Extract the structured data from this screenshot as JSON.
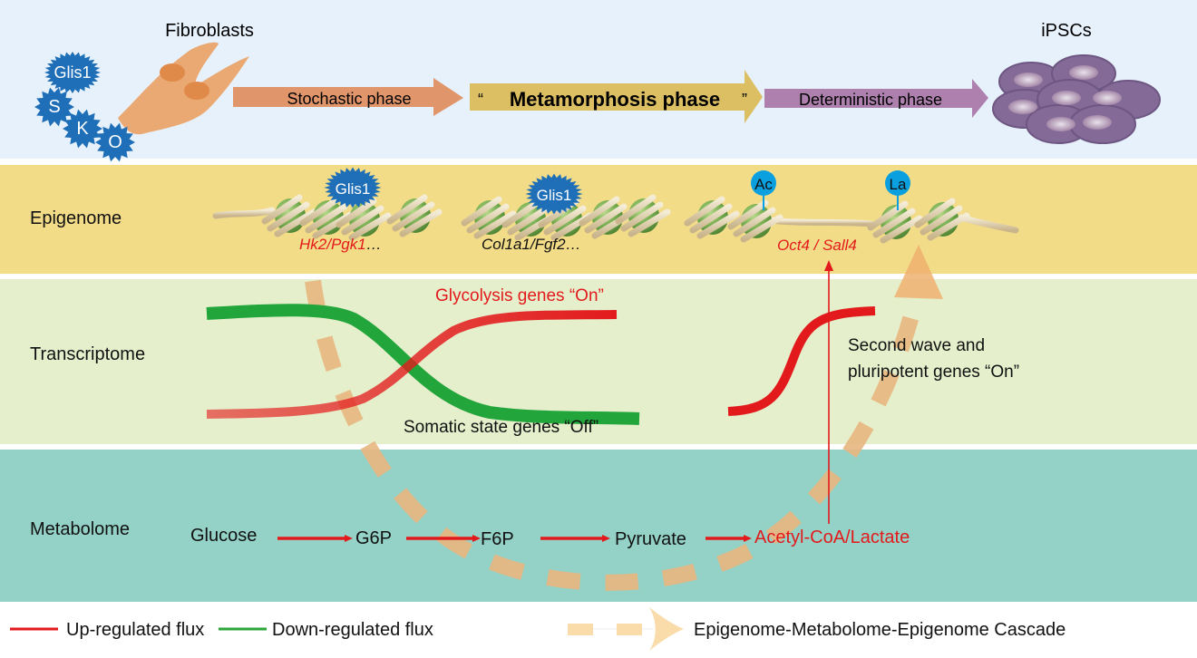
{
  "top": {
    "fibroblasts_label": "Fibroblasts",
    "ipscs_label": "iPSCs",
    "factors": [
      "Glis1",
      "S",
      "K",
      "O"
    ],
    "phases": [
      {
        "label": "Stochastic phase",
        "color": "#e0956a"
      },
      {
        "label": "“Metamorphosis phase”",
        "open_quote": "“",
        "text": "Metamorphosis phase",
        "close_quote": "”",
        "color": "#dcbf63"
      },
      {
        "label": "Deterministic phase",
        "color": "#ad80ad"
      }
    ]
  },
  "rows": {
    "epigenome": "Epigenome",
    "transcriptome": "Transcriptome",
    "metabolome": "Metabolome"
  },
  "epigenome": {
    "factor_label": "Glis1",
    "gene_groups": [
      {
        "label": "Hk2/Pgk1",
        "suffix": "…",
        "color": "#e31a1c"
      },
      {
        "label": "Col1a1/Fgf2",
        "suffix": "…",
        "color": "#111111"
      },
      {
        "label": "Oct4 / Sall4",
        "suffix": "",
        "color": "#e31a1c"
      }
    ],
    "marks": [
      "Ac",
      "La"
    ]
  },
  "transcriptome": {
    "glycolysis_label": "Glycolysis genes “On”",
    "somatic_label": "Somatic state genes “Off”",
    "second_wave_line1": "Second wave and",
    "second_wave_line2": "pluripotent genes “On”"
  },
  "metabolome": {
    "pathway": [
      {
        "label": "Glucose",
        "color": "#111111"
      },
      {
        "label": "G6P",
        "color": "#111111"
      },
      {
        "label": "F6P",
        "color": "#111111"
      },
      {
        "label": "Pyruvate",
        "color": "#111111"
      },
      {
        "label": "Acetyl-CoA/Lactate",
        "color": "#e31a1c"
      }
    ]
  },
  "legend": {
    "up": {
      "label": "Up-regulated flux",
      "color": "#e31a1c"
    },
    "down": {
      "label": "Down-regulated flux",
      "color": "#2ca53a"
    },
    "cascade": {
      "label": "Epigenome-Metabolome-Epigenome Cascade",
      "color": "#f9dcaa"
    }
  },
  "colors": {
    "up_flux": "#e31a1c",
    "down_flux": "#22a53a",
    "factor_blue": "#1f6fb8",
    "mark_blue": "#0aa0df",
    "cascade": "#e8b680"
  }
}
